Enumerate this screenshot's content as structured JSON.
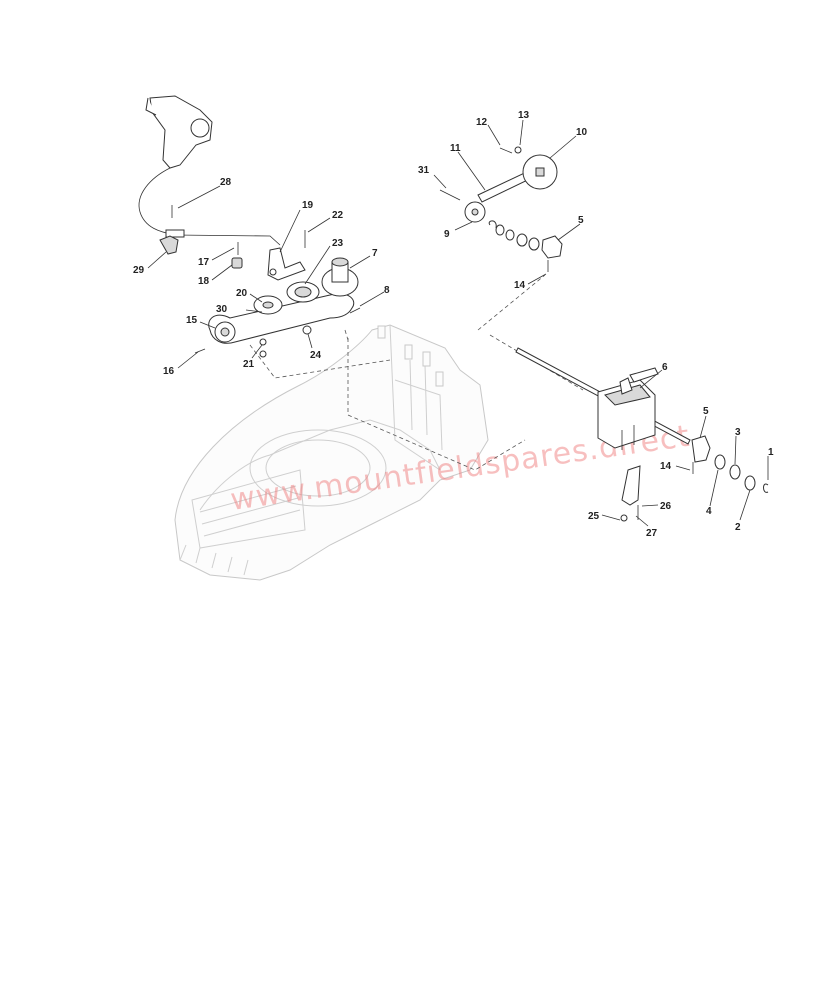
{
  "watermark": "www.mountfieldspares.direct",
  "callouts": [
    {
      "id": "c1",
      "text": "1"
    },
    {
      "id": "c2",
      "text": "2"
    },
    {
      "id": "c3",
      "text": "3"
    },
    {
      "id": "c4",
      "text": "4"
    },
    {
      "id": "c5a",
      "text": "5"
    },
    {
      "id": "c5b",
      "text": "5"
    },
    {
      "id": "c6",
      "text": "6"
    },
    {
      "id": "c7",
      "text": "7"
    },
    {
      "id": "c8",
      "text": "8"
    },
    {
      "id": "c9",
      "text": "9"
    },
    {
      "id": "c10",
      "text": "10"
    },
    {
      "id": "c11",
      "text": "11"
    },
    {
      "id": "c12",
      "text": "12"
    },
    {
      "id": "c13",
      "text": "13"
    },
    {
      "id": "c14a",
      "text": "14"
    },
    {
      "id": "c14b",
      "text": "14"
    },
    {
      "id": "c15",
      "text": "15"
    },
    {
      "id": "c16",
      "text": "16"
    },
    {
      "id": "c17",
      "text": "17"
    },
    {
      "id": "c18",
      "text": "18"
    },
    {
      "id": "c19",
      "text": "19"
    },
    {
      "id": "c20",
      "text": "20"
    },
    {
      "id": "c21",
      "text": "21"
    },
    {
      "id": "c22",
      "text": "22"
    },
    {
      "id": "c23",
      "text": "23"
    },
    {
      "id": "c24",
      "text": "24"
    },
    {
      "id": "c25",
      "text": "25"
    },
    {
      "id": "c26",
      "text": "26"
    },
    {
      "id": "c27",
      "text": "27"
    },
    {
      "id": "c28",
      "text": "28"
    },
    {
      "id": "c29",
      "text": "29"
    },
    {
      "id": "c30",
      "text": "30"
    },
    {
      "id": "c31",
      "text": "31"
    }
  ]
}
